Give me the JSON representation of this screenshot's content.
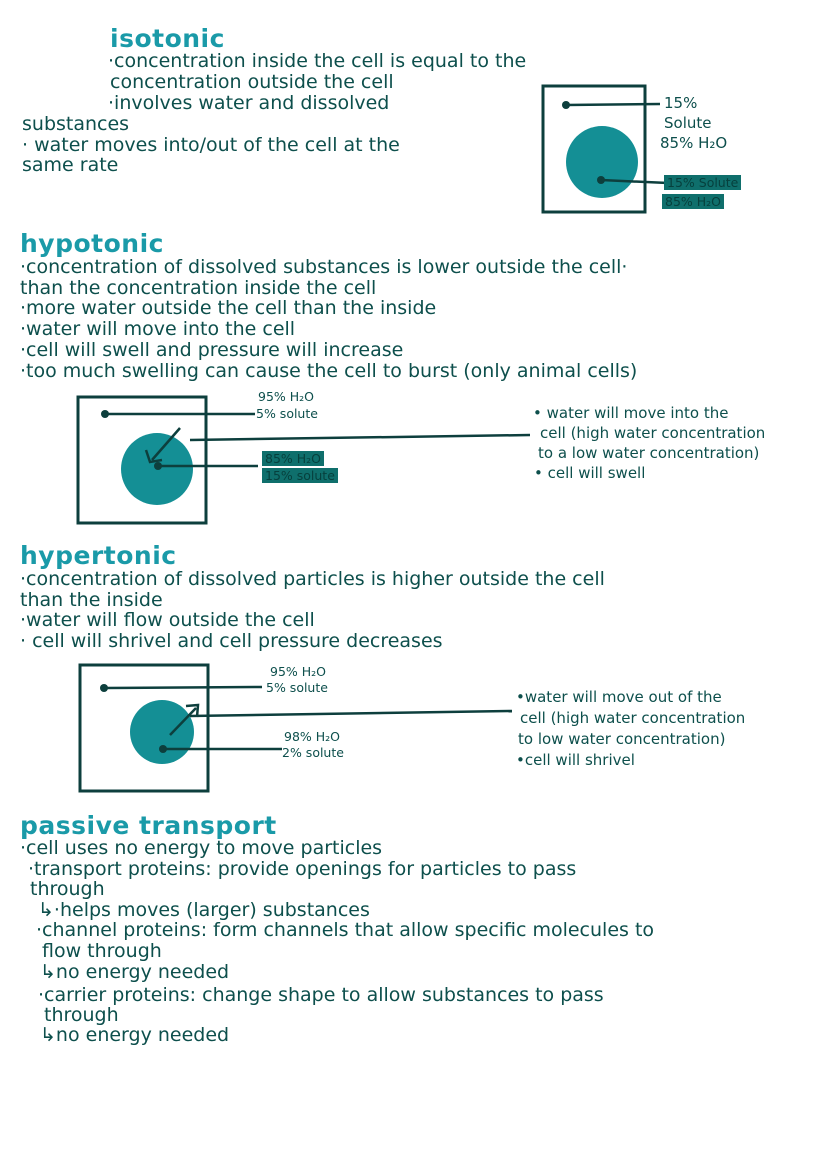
{
  "isotonic": {
    "heading": "isotonic",
    "lines": [
      "·concentration inside the cell is equal to the",
      "concentration outside the cell",
      "·involves water and dissolved",
      "substances",
      "· water moves into/out of the cell at the",
      "same rate"
    ],
    "outside_label_1": "15%",
    "outside_label_2": "Solute",
    "outside_label_3": "85% H₂O",
    "inside_label_1": "15% Solute",
    "inside_label_2": "85% H₂O"
  },
  "hypotonic": {
    "heading": "hypotonic",
    "lines": [
      "·concentration of dissolved substances is lower outside the cell·",
      "than the concentration inside the cell",
      "·more water outside the cell than the inside",
      "·water will move into the cell",
      "·cell will swell and pressure will increase",
      "·too much swelling can cause the cell to burst (only animal cells)"
    ],
    "outside_label_1": "95% H₂O",
    "outside_label_2": "5% solute",
    "inside_label_1": "85% H₂O",
    "inside_label_2": "15% solute",
    "notes": [
      "• water will move into the",
      "cell (high water concentration",
      "to a low water concentration)",
      "• cell will swell"
    ]
  },
  "hypertonic": {
    "heading": "hypertonic",
    "lines": [
      "·concentration of dissolved particles is higher outside the cell",
      "than the inside",
      "·water will flow outside the cell",
      "· cell will shrivel and cell pressure decreases"
    ],
    "outside_label_1": "95% H₂O",
    "outside_label_2": "5% solute",
    "inside_label_1": "98% H₂O",
    "inside_label_2": "2% solute",
    "notes": [
      "•water will move out of the",
      "cell (high water concentration",
      "to low water concentration)",
      "•cell will shrivel"
    ]
  },
  "passive": {
    "heading": "passive transport",
    "lines": [
      "·cell uses no energy to move particles",
      "·transport proteins: provide openings for particles to pass",
      "through",
      "↳·helps moves (larger) substances",
      "·channel proteins: form channels that allow specific molecules to",
      "flow through",
      "↳no energy needed",
      "·carrier proteins: change shape to allow substances to pass",
      "through",
      "↳no energy needed"
    ]
  },
  "colors": {
    "heading": "#1a9aa8",
    "ink": "#0d4f4c",
    "cell": "#148f95",
    "cell_dark": "#0b5f62"
  }
}
